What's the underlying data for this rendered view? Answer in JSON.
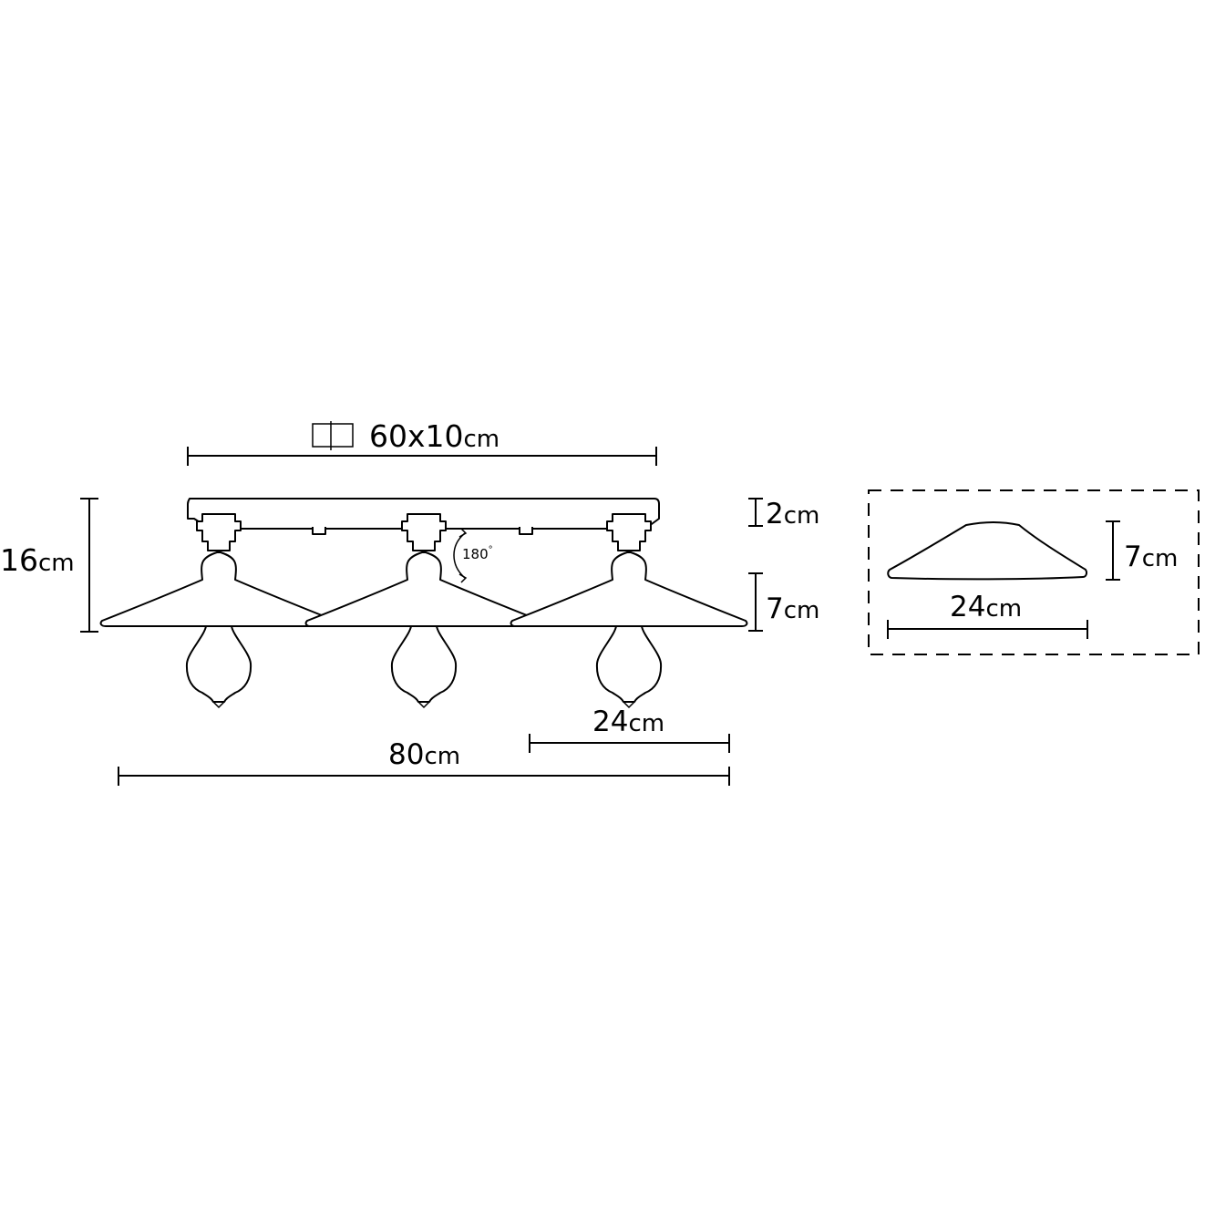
{
  "dimensions": {
    "mount_plate": {
      "value": "60x10",
      "unit": "cm"
    },
    "total_height": {
      "value": "16",
      "unit": "cm"
    },
    "plate_thickness": {
      "value": "2",
      "unit": "cm"
    },
    "shade_height": {
      "value": "7",
      "unit": "cm"
    },
    "shade_diameter": {
      "value": "24",
      "unit": "cm"
    },
    "total_width": {
      "value": "80",
      "unit": "cm"
    },
    "rotation": {
      "value": "180",
      "unit": "°"
    }
  },
  "detail": {
    "shade_height": {
      "value": "7",
      "unit": "cm"
    },
    "shade_diameter": {
      "value": "24",
      "unit": "cm"
    }
  },
  "colors": {
    "line": "#000000",
    "background": "#ffffff"
  }
}
